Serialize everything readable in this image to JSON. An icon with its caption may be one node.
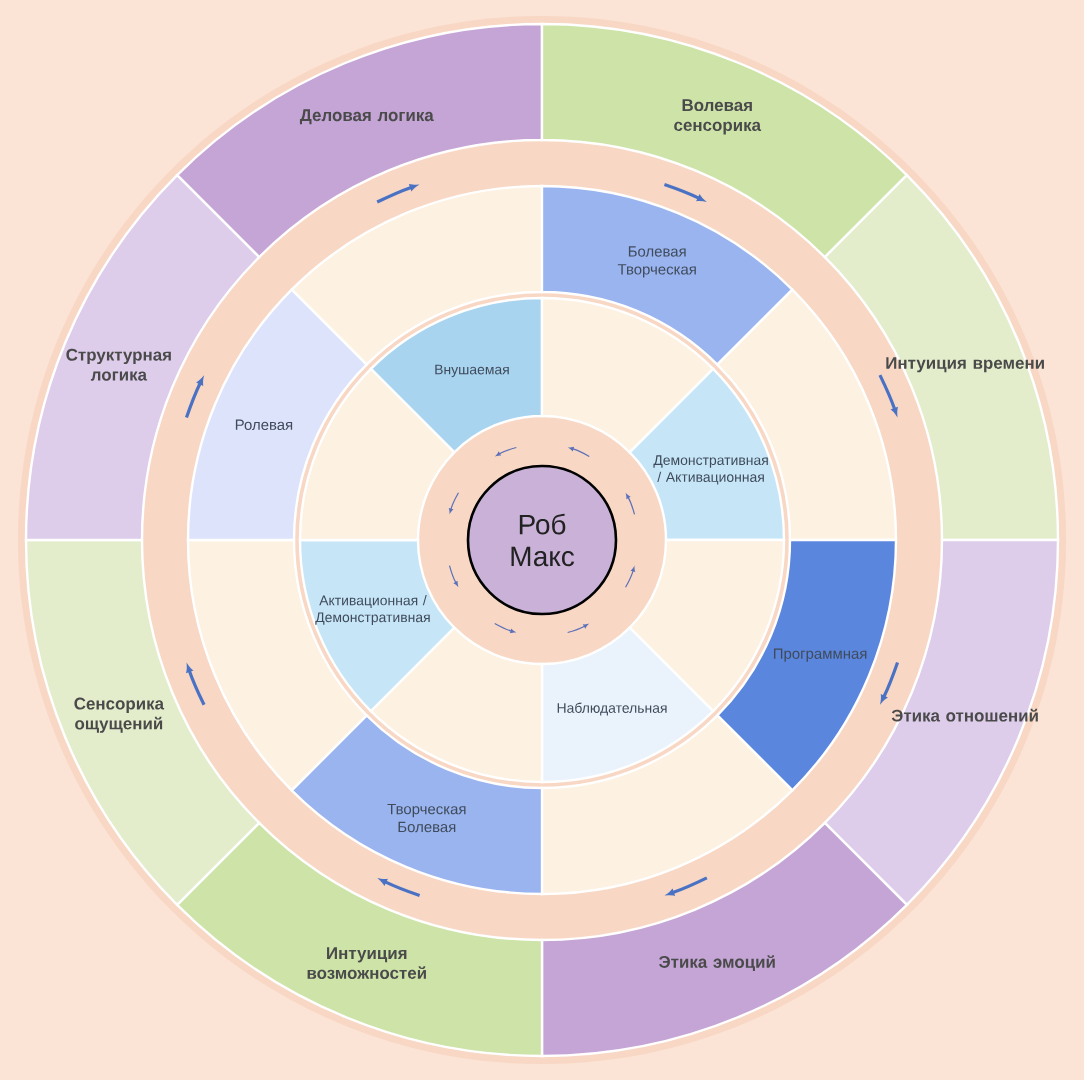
{
  "diagram": {
    "nodes": [
      {
        "text": [
          "Деловая логика"
        ]
      },
      {
        "text": [
          "Волевая сенсорика"
        ]
      },
      {
        "text": [
          "Интуиция времени"
        ]
      },
      {
        "text": [
          "Этика отношений"
        ]
      },
      {
        "text": [
          "Этика эмоций"
        ]
      },
      {
        "text": [
          "Интуиция возможностей"
        ]
      },
      {
        "text": [
          "Сенсорика ощущений"
        ]
      },
      {
        "text": [
          "Структурная логика"
        ]
      },
      {
        "text": [],
        "shape": "sector"
      },
      {
        "text": [
          "Болевая Творческая"
        ]
      },
      {
        "text": [],
        "shape": "sector"
      },
      {
        "text": [
          "Программная"
        ]
      },
      {
        "text": [],
        "shape": "sector"
      },
      {
        "text": [
          "Творческая Болевая"
        ]
      },
      {
        "text": [],
        "shape": "sector"
      },
      {
        "text": [
          "Ролевая"
        ]
      },
      {
        "text": [
          "Внушаемая"
        ]
      },
      {
        "text": [],
        "shape": "sector"
      },
      {
        "text": [
          "Демонстративная / Активационная"
        ]
      },
      {
        "text": [],
        "shape": "sector"
      },
      {
        "text": [
          "Наблюдательная"
        ]
      },
      {
        "text": [],
        "shape": "sector"
      },
      {
        "text": [
          "Активационная / Демонстративная"
        ]
      },
      {
        "text": [],
        "shape": "sector"
      },
      {
        "text": [
          "Роб Макс"
        ]
      }
    ]
  }
}
